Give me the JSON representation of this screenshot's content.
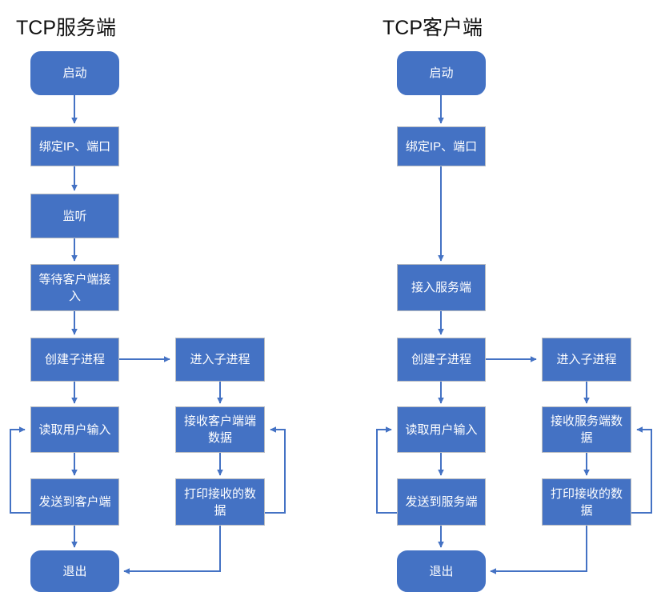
{
  "theme": {
    "node_fill": "#4472C4",
    "node_text": "#FFFFFF",
    "node_border": "#B9BCC0",
    "arrow": "#4472C4",
    "background": "#FFFFFF",
    "title_color": "#111111"
  },
  "diagrams": [
    {
      "id": "server",
      "title": "TCP服务端",
      "nodes": [
        {
          "key": "start",
          "label": "启动",
          "shape": "terminator"
        },
        {
          "key": "bind",
          "label": "绑定IP、端口",
          "shape": "rect"
        },
        {
          "key": "listen",
          "label": "监听",
          "shape": "rect"
        },
        {
          "key": "wait",
          "label": "等待客户端接入",
          "shape": "rect"
        },
        {
          "key": "fork",
          "label": "创建子进程",
          "shape": "rect"
        },
        {
          "key": "read_input",
          "label": "读取用户输入",
          "shape": "rect"
        },
        {
          "key": "send",
          "label": "发送到客户端",
          "shape": "rect"
        },
        {
          "key": "exit",
          "label": "退出",
          "shape": "terminator"
        },
        {
          "key": "child",
          "label": "进入子进程",
          "shape": "rect"
        },
        {
          "key": "recv",
          "label": "接收客户端端数据",
          "shape": "rect"
        },
        {
          "key": "print",
          "label": "打印接收的数据",
          "shape": "rect"
        }
      ],
      "edges": [
        {
          "from": "start",
          "to": "bind",
          "type": "down"
        },
        {
          "from": "bind",
          "to": "listen",
          "type": "down"
        },
        {
          "from": "listen",
          "to": "wait",
          "type": "down"
        },
        {
          "from": "wait",
          "to": "fork",
          "type": "down"
        },
        {
          "from": "fork",
          "to": "child",
          "type": "right"
        },
        {
          "from": "fork",
          "to": "read_input",
          "type": "down"
        },
        {
          "from": "read_input",
          "to": "send",
          "type": "down"
        },
        {
          "from": "send",
          "to": "exit",
          "type": "down"
        },
        {
          "from": "send",
          "to": "read_input",
          "type": "loop-left"
        },
        {
          "from": "child",
          "to": "recv",
          "type": "down"
        },
        {
          "from": "recv",
          "to": "print",
          "type": "down"
        },
        {
          "from": "print",
          "to": "recv",
          "type": "loop-right"
        },
        {
          "from": "print",
          "to": "exit",
          "type": "join-exit"
        }
      ]
    },
    {
      "id": "client",
      "title": "TCP客户端",
      "nodes": [
        {
          "key": "start",
          "label": "启动",
          "shape": "terminator"
        },
        {
          "key": "bind",
          "label": "绑定IP、端口",
          "shape": "rect"
        },
        {
          "key": "connect",
          "label": "接入服务端",
          "shape": "rect"
        },
        {
          "key": "fork",
          "label": "创建子进程",
          "shape": "rect"
        },
        {
          "key": "read_input",
          "label": "读取用户输入",
          "shape": "rect"
        },
        {
          "key": "send",
          "label": "发送到服务端",
          "shape": "rect"
        },
        {
          "key": "exit",
          "label": "退出",
          "shape": "terminator"
        },
        {
          "key": "child",
          "label": "进入子进程",
          "shape": "rect"
        },
        {
          "key": "recv",
          "label": "接收服务端数据",
          "shape": "rect"
        },
        {
          "key": "print",
          "label": "打印接收的数据",
          "shape": "rect"
        }
      ],
      "edges": [
        {
          "from": "start",
          "to": "bind",
          "type": "down"
        },
        {
          "from": "bind",
          "to": "connect",
          "type": "down"
        },
        {
          "from": "connect",
          "to": "fork",
          "type": "down"
        },
        {
          "from": "fork",
          "to": "child",
          "type": "right"
        },
        {
          "from": "fork",
          "to": "read_input",
          "type": "down"
        },
        {
          "from": "read_input",
          "to": "send",
          "type": "down"
        },
        {
          "from": "send",
          "to": "exit",
          "type": "down"
        },
        {
          "from": "send",
          "to": "read_input",
          "type": "loop-left"
        },
        {
          "from": "child",
          "to": "recv",
          "type": "down"
        },
        {
          "from": "recv",
          "to": "print",
          "type": "down"
        },
        {
          "from": "print",
          "to": "recv",
          "type": "loop-right"
        },
        {
          "from": "print",
          "to": "exit",
          "type": "join-exit"
        }
      ]
    }
  ]
}
